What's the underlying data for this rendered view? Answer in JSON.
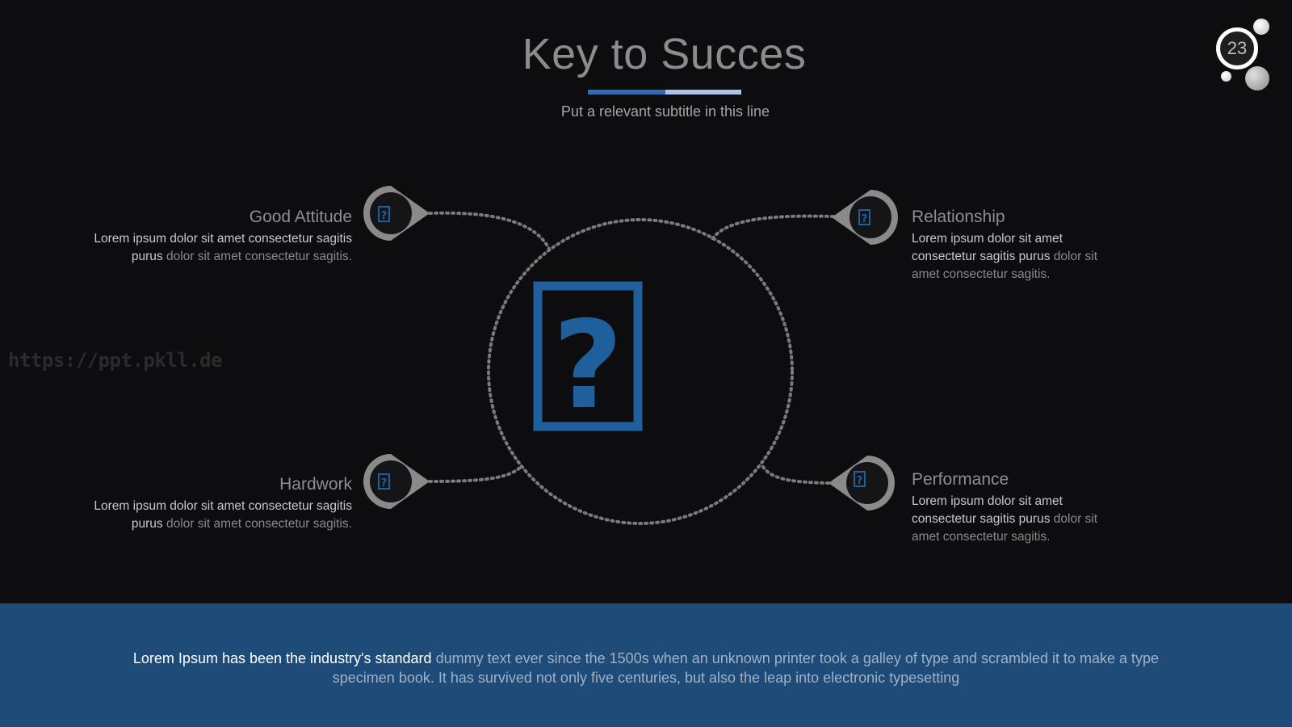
{
  "slide": {
    "title": "Key to Succes",
    "subtitle": "Put a relevant subtitle in this line",
    "page_number": "23",
    "watermark": "https://ppt.pkll.de"
  },
  "diagram": {
    "center_icon": "question-mark-icon",
    "center_glyph": "?",
    "items": [
      {
        "title": "Good Attitude",
        "body_bright": "Lorem ipsum dolor sit amet consectetur sagitis purus",
        "body_muted": "dolor sit amet consectetur sagitis.",
        "icon": "question-box-icon"
      },
      {
        "title": "Relationship",
        "body_bright": "Lorem ipsum dolor sit amet consectetur sagitis purus",
        "body_muted": "dolor sit amet consectetur sagitis.",
        "icon": "question-box-icon"
      },
      {
        "title": "Hardwork",
        "body_bright": "Lorem ipsum dolor sit amet consectetur sagitis purus",
        "body_muted": "dolor sit amet consectetur sagitis.",
        "icon": "question-box-icon"
      },
      {
        "title": "Performance",
        "body_bright": "Lorem ipsum dolor sit amet consectetur sagitis purus",
        "body_muted": "dolor sit amet consectetur sagitis.",
        "icon": "question-box-icon"
      }
    ]
  },
  "footer": {
    "highlight": "Lorem Ipsum has been the industry's standard",
    "text": "dummy text ever since the 1500s when an unknown printer took a galley of type and scrambled it to make a type specimen book. It has survived not only five centuries, but also the leap into electronic typesetting"
  },
  "colors": {
    "background": "#0d0d0f",
    "accent_blue": "#2e6db4",
    "light_blue": "#a9c6e8",
    "icon_blue": "#1f5f9c",
    "footer_bg": "#1f4b78"
  }
}
